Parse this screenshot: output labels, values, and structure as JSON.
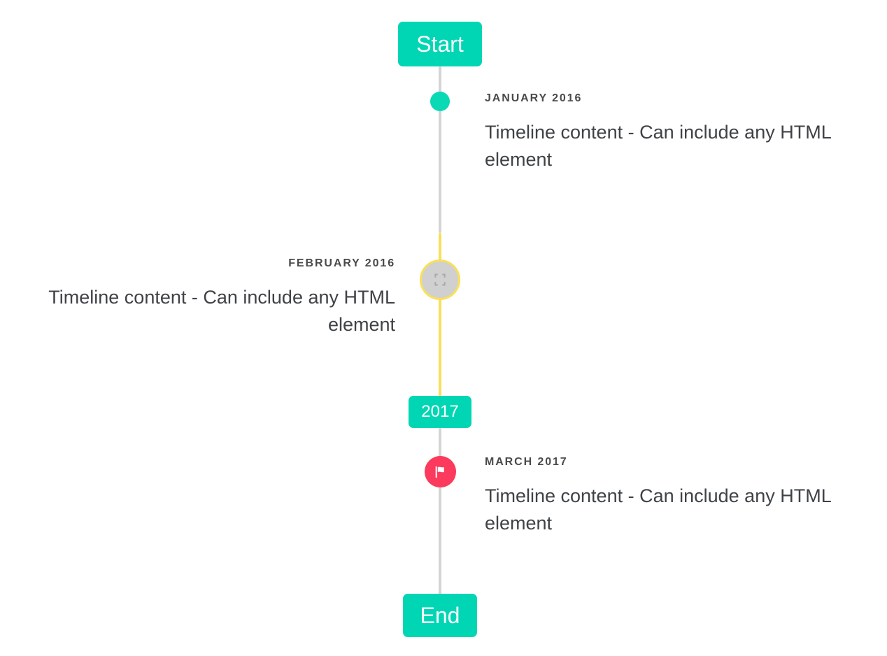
{
  "timeline": {
    "start_label": "Start",
    "mid_label": "2017",
    "end_label": "End",
    "colors": {
      "accent_teal": "#00d6b4",
      "dot_teal": "#09d9b4",
      "line_gray": "#d5d5d5",
      "line_yellow": "#fadf5a",
      "marker_gray": "#d0d0d0",
      "flag_pink": "#fb3a5d",
      "date_text": "#4a4a4a",
      "body_text": "#3f4246",
      "badge_text": "#ffffff"
    },
    "events": [
      {
        "id": "january-2016",
        "date": "JANUARY 2016",
        "text": "Timeline content - Can include any HTML element",
        "side": "right",
        "marker": "dot-icon"
      },
      {
        "id": "february-2016",
        "date": "FEBRUARY 2016",
        "text": "Timeline content - Can include any HTML element",
        "side": "left",
        "marker": "broken-image-icon"
      },
      {
        "id": "march-2017",
        "date": "MARCH 2017",
        "text": "Timeline content - Can include any HTML element",
        "side": "right",
        "marker": "flag-icon"
      }
    ]
  }
}
